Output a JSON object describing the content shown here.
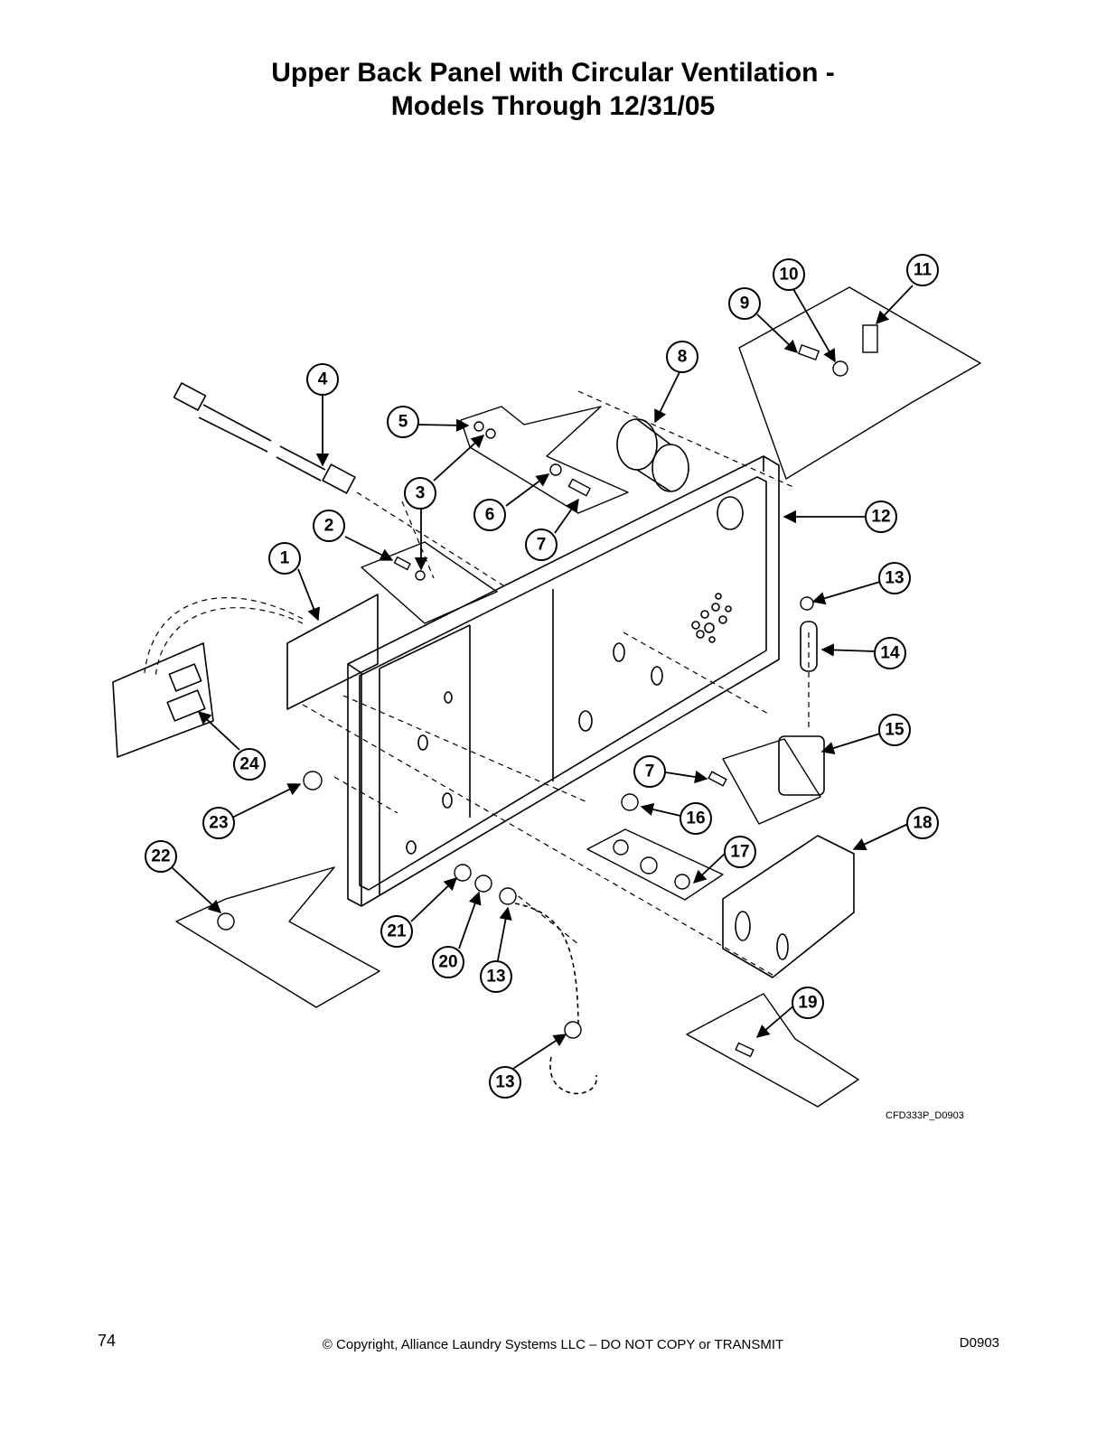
{
  "title": {
    "line1": "Upper Back Panel with Circular Ventilation -",
    "line2": "Models Through 12/31/05"
  },
  "diagram_ref": "CFD333P_D0903",
  "callouts": [
    "1",
    "2",
    "3",
    "4",
    "5",
    "6",
    "7",
    "8",
    "9",
    "10",
    "11",
    "12",
    "13",
    "14",
    "15",
    "7",
    "16",
    "17",
    "18",
    "19",
    "13",
    "20",
    "21",
    "22",
    "23",
    "24",
    "13"
  ],
  "footer": {
    "page_number": "74",
    "copyright": "© Copyright, Alliance Laundry Systems LLC – DO NOT COPY or TRANSMIT",
    "doc_code": "D0903"
  }
}
